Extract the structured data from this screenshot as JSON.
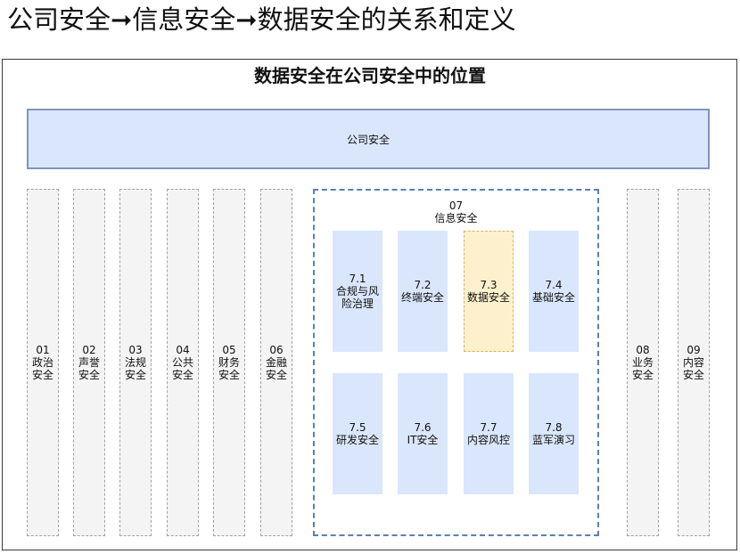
{
  "page_title": "公司安全➞信息安全➞数据安全的关系和定义",
  "frame_title": "数据安全在公司安全中的位置",
  "company": {
    "label": "公司安全"
  },
  "left_columns": [
    {
      "num": "01",
      "label": "政治\n安全"
    },
    {
      "num": "02",
      "label": "声誉\n安全"
    },
    {
      "num": "03",
      "label": "法规\n安全"
    },
    {
      "num": "04",
      "label": "公共\n安全"
    },
    {
      "num": "05",
      "label": "财务\n安全"
    },
    {
      "num": "06",
      "label": "金融\n安全"
    }
  ],
  "info_security": {
    "num": "07",
    "label": "信息安全",
    "cells": [
      {
        "num": "7.1",
        "label": "合规与风\n险治理"
      },
      {
        "num": "7.2",
        "label": "终端安全"
      },
      {
        "num": "7.3",
        "label": "数据安全",
        "highlight": true
      },
      {
        "num": "7.4",
        "label": "基础安全"
      },
      {
        "num": "7.5",
        "label": "研发安全"
      },
      {
        "num": "7.6",
        "label": "IT安全"
      },
      {
        "num": "7.7",
        "label": "内容风控"
      },
      {
        "num": "7.8",
        "label": "蓝军演习"
      }
    ]
  },
  "right_columns": [
    {
      "num": "08",
      "label": "业务\n安全"
    },
    {
      "num": "09",
      "label": "内容\n安全"
    }
  ],
  "colors": {
    "blue_fill": "#dae6fb",
    "blue_border": "#7f96bd",
    "info_dash": "#5c7fb3",
    "highlight_fill": "#fcf0cd",
    "highlight_border": "#d8b761",
    "gray_fill": "#f4f4f4",
    "gray_dash": "#a3a3a3"
  }
}
